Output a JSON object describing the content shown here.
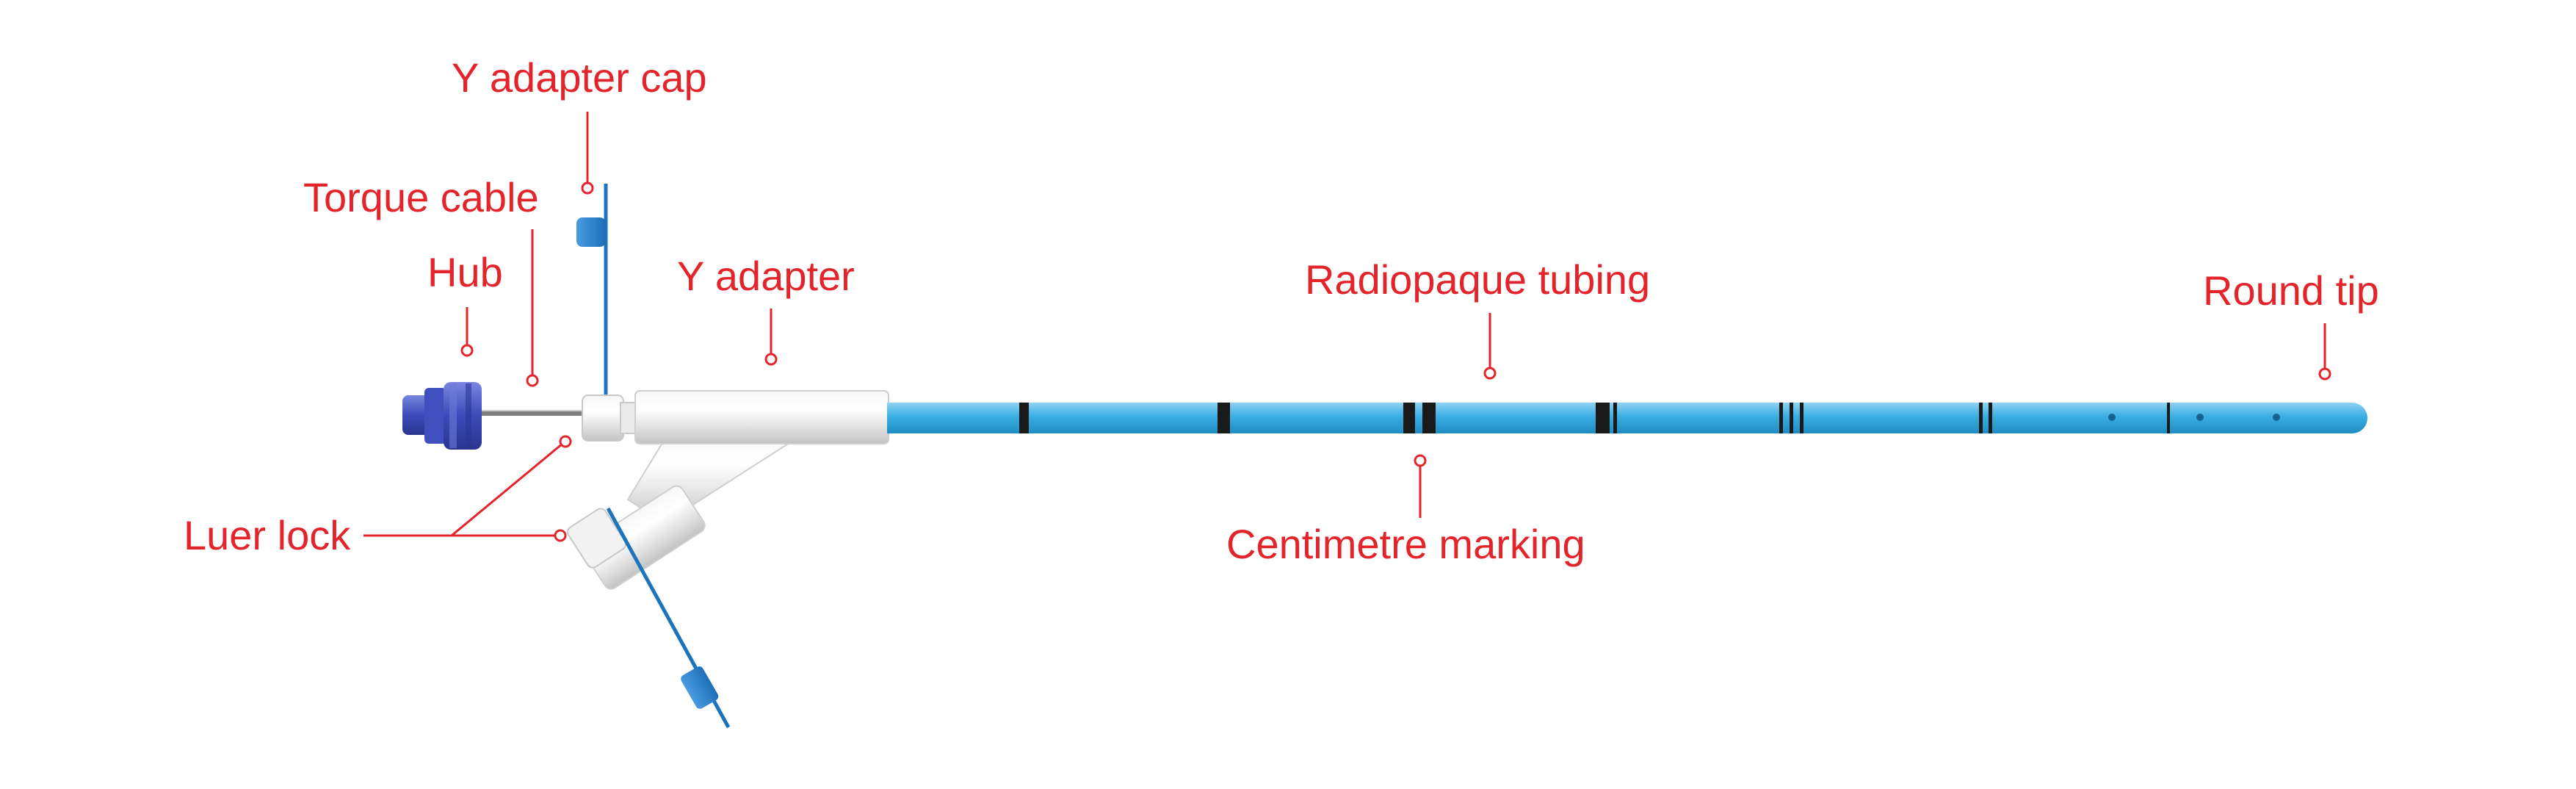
{
  "labels": {
    "y_adapter_cap": "Y adapter cap",
    "torque_cable": "Torque cable",
    "hub": "Hub",
    "y_adapter": "Y adapter",
    "radiopaque_tubing": "Radiopaque tubing",
    "round_tip": "Round tip",
    "luer_lock": "Luer lock",
    "centimetre_marking": "Centimetre marking"
  },
  "colors": {
    "label": "#e3242b",
    "tubing": "#3aaee3",
    "cap_blue": "#1c75bc",
    "hub_blue": "#3b4ab8",
    "marking": "#1a1a1a",
    "adapter_white": "#e6e6e6"
  }
}
